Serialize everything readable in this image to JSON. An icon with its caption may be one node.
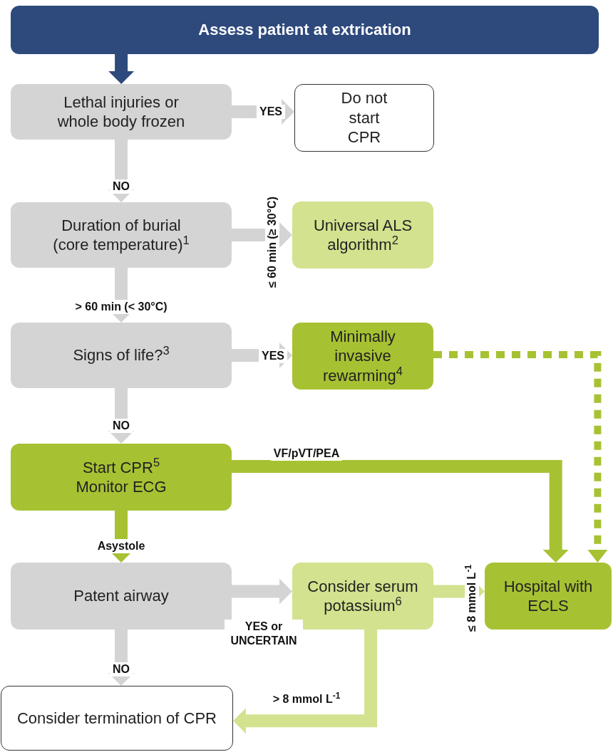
{
  "diagram": {
    "nodes": [
      {
        "text": [
          "Assess patient at extrication"
        ]
      },
      {
        "text": [
          "Lethal injuries or whole body frozen"
        ]
      },
      {
        "text": [
          "Do not start CPR"
        ]
      },
      {
        "text": [
          "Duration of burial (core temperature)$^{1}$"
        ]
      },
      {
        "text": [
          "Universal ALS algorithm$^{2}$"
        ]
      },
      {
        "text": [
          "Signs of life?$^{3}$"
        ]
      },
      {
        "text": [
          "Minimally invasive rewarming$^{4}$"
        ]
      },
      {
        "text": [
          "Start CPR$^{5}$ Monitor ECG"
        ]
      },
      {
        "text": [
          "Patent airway"
        ]
      },
      {
        "text": [
          "Consider serum potassium$^{6}$"
        ]
      },
      {
        "text": [
          "Hospital with ECLS"
        ]
      },
      {
        "text": [
          "Consider termination of CPR"
        ]
      }
    ],
    "edges": [
      {
        "from": 0,
        "to": 1,
        "arrow": "to",
        "color": "#2e4a7d"
      },
      {
        "from": 1,
        "to": 2,
        "arrow": "to",
        "label": "YES"
      },
      {
        "from": 1,
        "to": 3,
        "arrow": "to",
        "label": "NO"
      },
      {
        "from": 3,
        "to": 4,
        "arrow": "to",
        "label": "≤ 60 min (≥ 30°C)"
      },
      {
        "from": 3,
        "to": 5,
        "arrow": "to",
        "label": "> 60 min (< 30°C)"
      },
      {
        "from": 5,
        "to": 6,
        "arrow": "to",
        "label": "YES"
      },
      {
        "from": 5,
        "to": 7,
        "arrow": "to",
        "label": "NO"
      },
      {
        "from": 6,
        "to": 10,
        "arrow": "to",
        "style": "dashed",
        "color": "#a6c232"
      },
      {
        "from": 7,
        "to": 10,
        "arrow": "to",
        "label": "VF/pVT/PEA",
        "color": "#a6c232"
      },
      {
        "from": 7,
        "to": 8,
        "arrow": "to",
        "label": "Asystole",
        "color": "#a6c232"
      },
      {
        "from": 8,
        "to": 9,
        "arrow": "to",
        "label": "YES or UNCERTAIN"
      },
      {
        "from": 8,
        "to": 11,
        "arrow": "to",
        "label": "NO"
      },
      {
        "from": 9,
        "to": 10,
        "arrow": "to",
        "label": "≤ 8 mmol L$^{-1}$",
        "color": "#d2e28e"
      },
      {
        "from": 9,
        "to": 11,
        "arrow": "to",
        "label": "> 8 mmol L$^{-1}$",
        "color": "#d2e28e"
      }
    ]
  }
}
